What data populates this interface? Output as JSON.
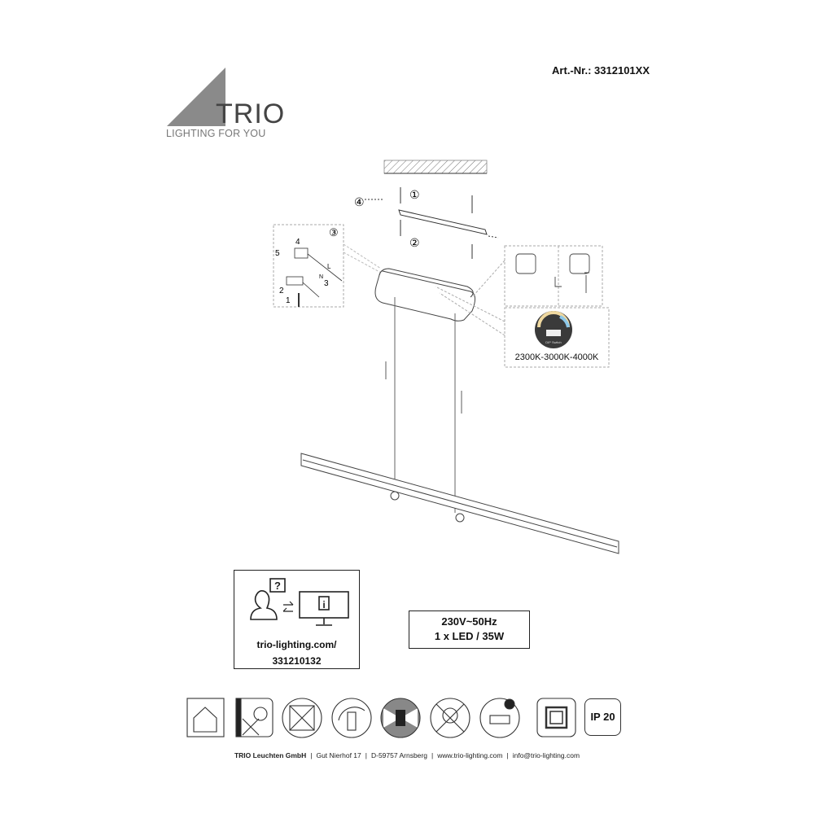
{
  "header": {
    "article_number": "Art.-Nr.: 3312101XX"
  },
  "logo": {
    "brand": "TRIO",
    "tagline": "LIGHTING FOR YOU"
  },
  "diagram": {
    "steps": [
      "①",
      "②",
      "③",
      "④"
    ],
    "wiring_labels": [
      "1",
      "2",
      "3",
      "4",
      "5",
      "L",
      "N"
    ],
    "color_temperature": "2300K-3000K-4000K",
    "dip_switch_label": "DIP Switch"
  },
  "info": {
    "url": "trio-lighting.com/",
    "code": "331210132"
  },
  "specs": {
    "voltage": "230V~50Hz",
    "lamp": "1 x LED / 35W"
  },
  "symbols": {
    "ip_rating": "IP 20"
  },
  "footer": {
    "company": "TRIO Leuchten GmbH",
    "street": "Gut Nierhof 17",
    "city": "D-59757 Arnsberg",
    "website": "www.trio-lighting.com",
    "email": "info@trio-lighting.com"
  }
}
